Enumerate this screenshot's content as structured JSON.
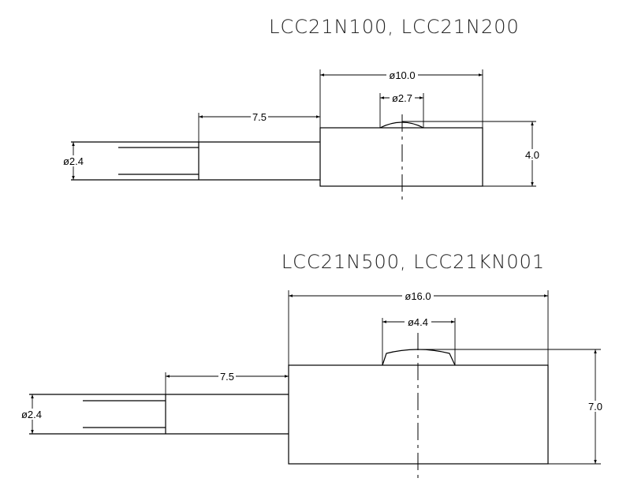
{
  "drawing_top": {
    "title": "LCC21N100, LCC21N200",
    "dims": {
      "body_diameter": "ø10.0",
      "button_diameter": "ø2.7",
      "shaft_length": "7.5",
      "cable_diameter": "ø2.4",
      "height": "4.0"
    }
  },
  "drawing_bottom": {
    "title": "LCC21N500, LCC21KN001",
    "dims": {
      "body_diameter": "ø16.0",
      "button_diameter": "ø4.4",
      "shaft_length": "7.5",
      "cable_diameter": "ø2.4",
      "height": "7.0"
    }
  }
}
